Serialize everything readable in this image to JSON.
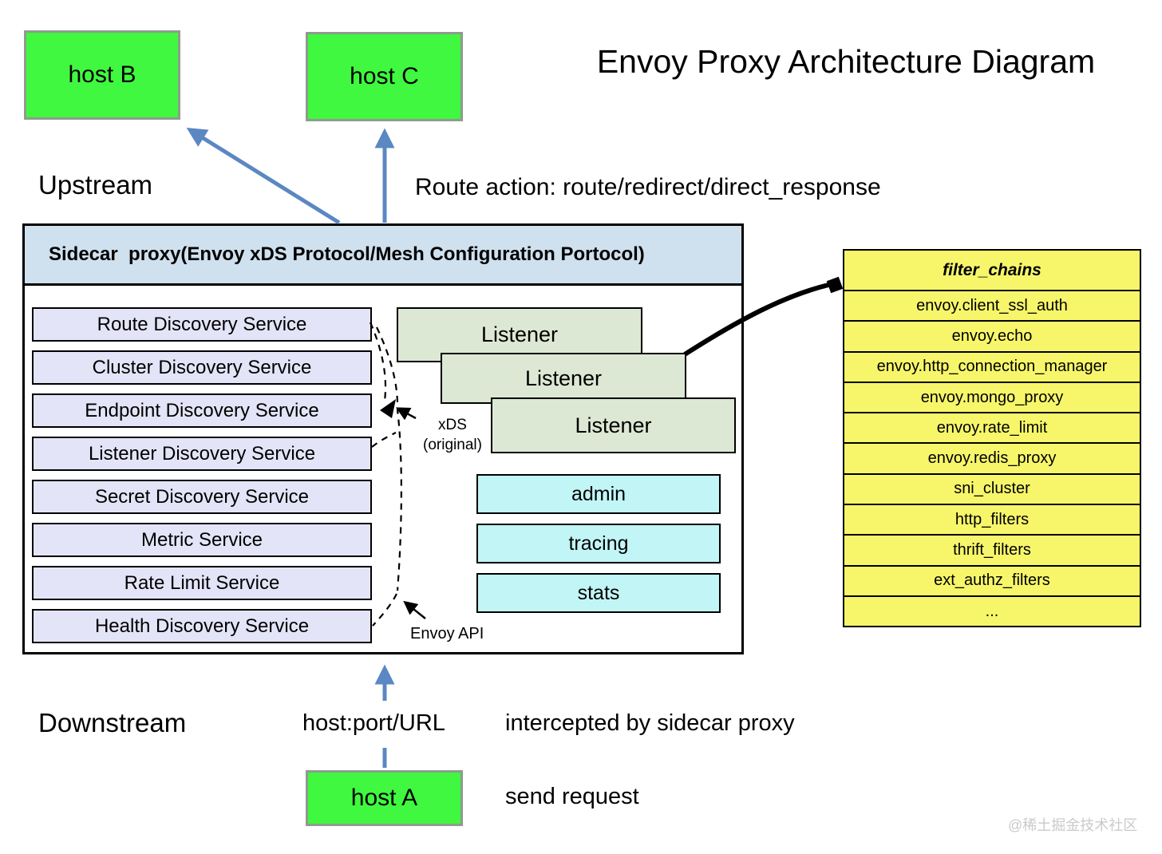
{
  "title": "Envoy Proxy Architecture Diagram",
  "labels": {
    "upstream": "Upstream",
    "route_action": "Route action: route/redirect/direct_response",
    "downstream": "Downstream",
    "host_port_url": "host:port/URL",
    "intercepted": "intercepted by sidecar proxy",
    "send_request": "send request",
    "xds_line1": "xDS",
    "xds_line2": "(original)",
    "envoy_api": "Envoy API",
    "watermark": "@稀土掘金技术社区"
  },
  "hosts": {
    "host_b": "host B",
    "host_c": "host C",
    "host_a": "host A"
  },
  "sidecar": {
    "header": "Sidecar  proxy(Envoy xDS Protocol/Mesh Configuration Portocol)",
    "services": [
      "Route Discovery Service",
      "Cluster Discovery Service",
      "Endpoint Discovery Service",
      "Listener Discovery Service",
      "Secret Discovery Service",
      "Metric Service",
      "Rate Limit Service",
      "Health Discovery Service"
    ],
    "listeners": [
      "Listener",
      "Listener",
      "Listener"
    ],
    "components": [
      "admin",
      "tracing",
      "stats"
    ]
  },
  "filter_chains": {
    "header": "filter_chains",
    "items": [
      "envoy.client_ssl_auth",
      "envoy.echo",
      "envoy.http_connection_manager",
      "envoy.mongo_proxy",
      "envoy.rate_limit",
      "envoy.redis_proxy",
      "sni_cluster",
      "http_filters",
      "thrift_filters",
      "ext_authz_filters",
      "..."
    ]
  },
  "colors": {
    "host_green": "#3FF83F",
    "header_blue": "#CFE0EE",
    "service_lavender": "#E4E4F8",
    "listener_sage": "#DCE8D4",
    "component_cyan": "#C2F5F5",
    "filter_yellow": "#F7F66B",
    "arrow_blue": "#5B87C3",
    "watermark_gray": "#C9CACB"
  }
}
